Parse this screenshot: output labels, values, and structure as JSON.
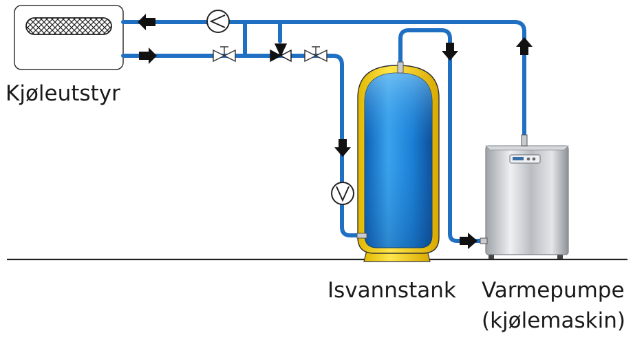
{
  "labels": {
    "cooling_equipment": "Kjøleutstyr",
    "ice_water_tank": "Isvannstank",
    "heat_pump_line1": "Varmepumpe",
    "heat_pump_line2": "(kjølemaskin)"
  },
  "colors": {
    "pipe": "#1f6fc2",
    "arrow": "#111111",
    "tank_insulation": "#f3d21a",
    "tank_body": "#1e7fd6",
    "heat_pump_body": "#bfc3c7",
    "ground_line": "#222222"
  },
  "icons": [
    "pump-icon",
    "valve-icon",
    "three-way-valve-icon",
    "flow-arrow-icon",
    "heat-exchanger-icon"
  ]
}
